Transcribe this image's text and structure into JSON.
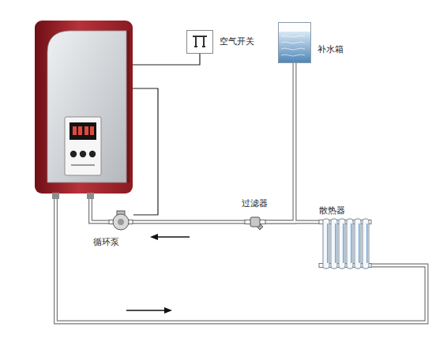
{
  "diagram": {
    "nodes": [
      {
        "text": [
          "空气开关"
        ]
      },
      {
        "text": [
          "补水箱"
        ]
      },
      {
        "text": [
          "过滤器"
        ]
      },
      {
        "text": [
          "散热器"
        ]
      },
      {
        "text": [
          "循环泵"
        ]
      }
    ],
    "edges": [
      {
        "from": 3,
        "to": 2,
        "arrow": "none"
      },
      {
        "from": 2,
        "to": 4,
        "arrow": "none"
      },
      {
        "from": 1,
        "to": 2,
        "arrow": "none"
      }
    ]
  }
}
